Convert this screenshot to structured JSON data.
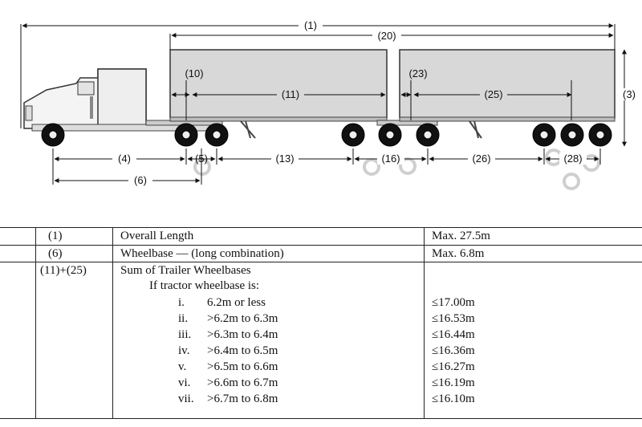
{
  "diagram": {
    "labels": {
      "overall_length": "(1)",
      "trailers_length": "(20)",
      "height": "(3)",
      "lead_front_overhang": "(10)",
      "lead_wheelbase": "(11)",
      "rear_front_overhang": "(23)",
      "rear_wheelbase": "(25)",
      "tractor_front": "(4)",
      "tractor_tandem": "(5)",
      "tractor_wheelbase": "(6)",
      "inter_axle_13": "(13)",
      "lead_axle_group": "(16)",
      "inter_axle_26": "(26)",
      "rear_axle_group": "(28)"
    }
  },
  "table": {
    "rows": [
      {
        "code": "(1)",
        "description": "Overall Length",
        "limit": "Max. 27.5m"
      },
      {
        "code": "(6)",
        "description": "Wheelbase — (long combination)",
        "limit": "Max. 6.8m"
      }
    ],
    "sum_row": {
      "code": "(11)+(25)",
      "description": "Sum of Trailer Wheelbases",
      "condition": "If tractor wheelbase is:",
      "items": [
        {
          "numeral": "i.",
          "range": "6.2m or less",
          "limit": "≤17.00m"
        },
        {
          "numeral": "ii.",
          "range": ">6.2m to 6.3m",
          "limit": "≤16.53m"
        },
        {
          "numeral": "iii.",
          "range": ">6.3m to 6.4m",
          "limit": "≤16.44m"
        },
        {
          "numeral": "iv.",
          "range": ">6.4m to 6.5m",
          "limit": "≤16.36m"
        },
        {
          "numeral": "v.",
          "range": ">6.5m to 6.6m",
          "limit": "≤16.27m"
        },
        {
          "numeral": "vi.",
          "range": ">6.6m to 6.7m",
          "limit": "≤16.19m"
        },
        {
          "numeral": "vii.",
          "range": ">6.7m to 6.8m",
          "limit": "≤16.10m"
        }
      ]
    }
  }
}
